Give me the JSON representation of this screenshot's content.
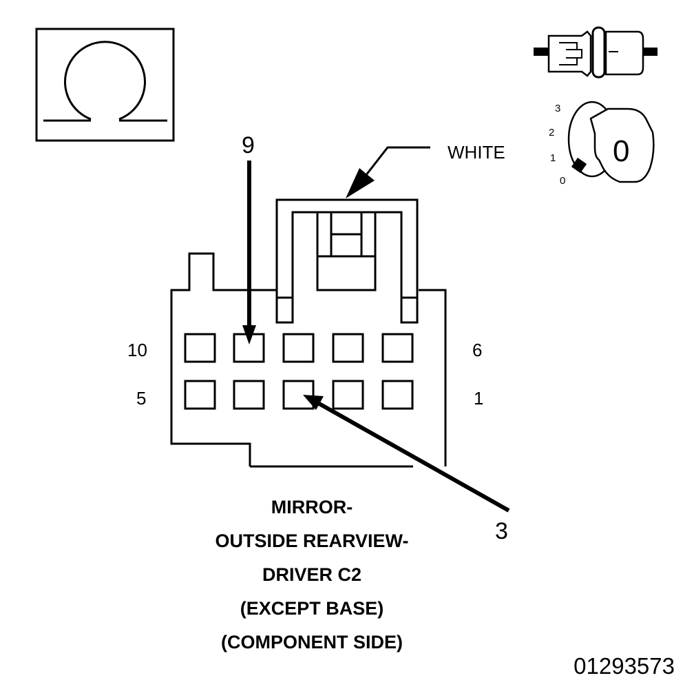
{
  "meter_icon": {
    "symbol": "ohm-icon"
  },
  "connector_icon": {
    "symbol": "connector-disconnect-icon"
  },
  "ignition_icon": {
    "symbol": "ignition-key-icon",
    "positions": [
      "3",
      "2",
      "1",
      "0"
    ],
    "key_label": "0"
  },
  "connector": {
    "color_label": "WHITE",
    "row_labels": {
      "top_left": "10",
      "top_right": "6",
      "bottom_left": "5",
      "bottom_right": "1"
    },
    "callouts": [
      {
        "pin": "9",
        "name": "callout-pin-9"
      },
      {
        "pin": "3",
        "name": "callout-pin-3"
      }
    ]
  },
  "caption": [
    "MIRROR-",
    "OUTSIDE REARVIEW-",
    "DRIVER C2",
    "(EXCEPT BASE)",
    "(COMPONENT SIDE)"
  ],
  "figure_id": "01293573",
  "colors": {
    "line": "#000000",
    "background": "#ffffff",
    "fill_light": "#ffffff"
  }
}
